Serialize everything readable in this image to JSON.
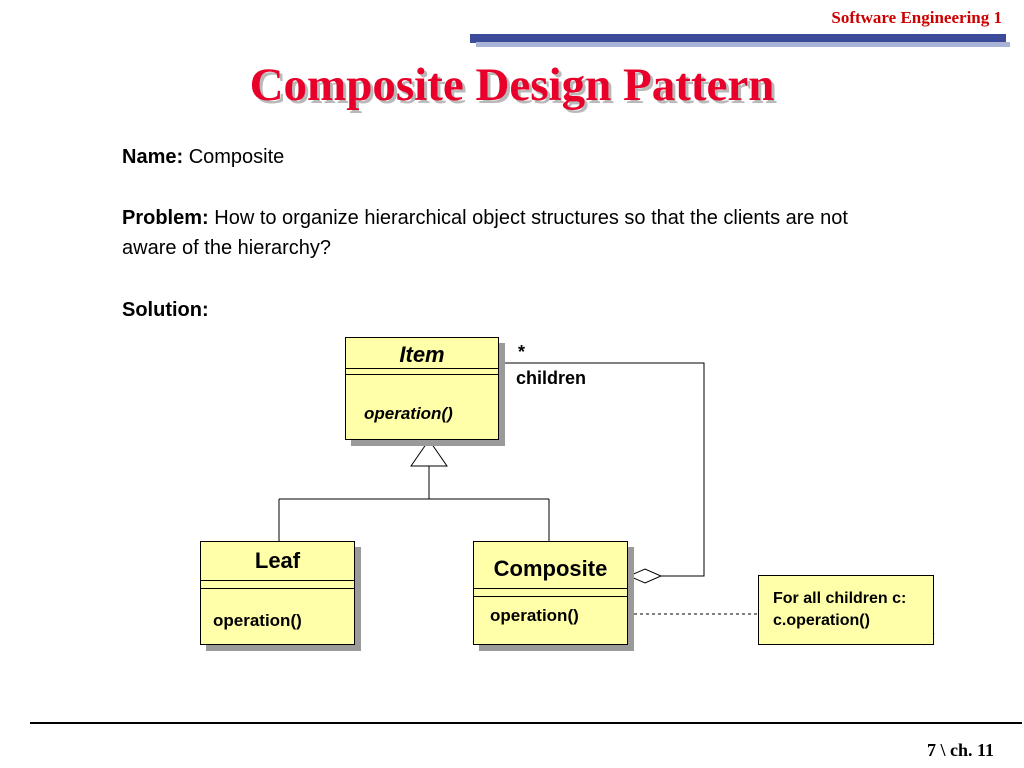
{
  "header": {
    "course_label": "Software Engineering 1"
  },
  "slide": {
    "title": "Composite Design Pattern"
  },
  "content": {
    "name_label": "Name:",
    "name_value": "Composite",
    "problem_label": "Problem:",
    "problem_text": "How to organize hierarchical object structures so that the clients are not aware of the hierarchy?",
    "solution_label": "Solution:"
  },
  "uml": {
    "item": {
      "name": "Item",
      "operation": "operation()"
    },
    "leaf": {
      "name": "Leaf",
      "operation": "operation()"
    },
    "composite": {
      "name": "Composite",
      "operation": "operation()"
    },
    "multiplicity": "*",
    "role": "children",
    "note_lines": [
      "For all children c:",
      "c.operation()"
    ]
  },
  "footer": {
    "page_label": "7 \\ ch. 11"
  },
  "colors": {
    "title": "#e8002a",
    "header": "#cc0000",
    "bar": "#3c4a9a",
    "class_fill": "#ffffaa"
  }
}
